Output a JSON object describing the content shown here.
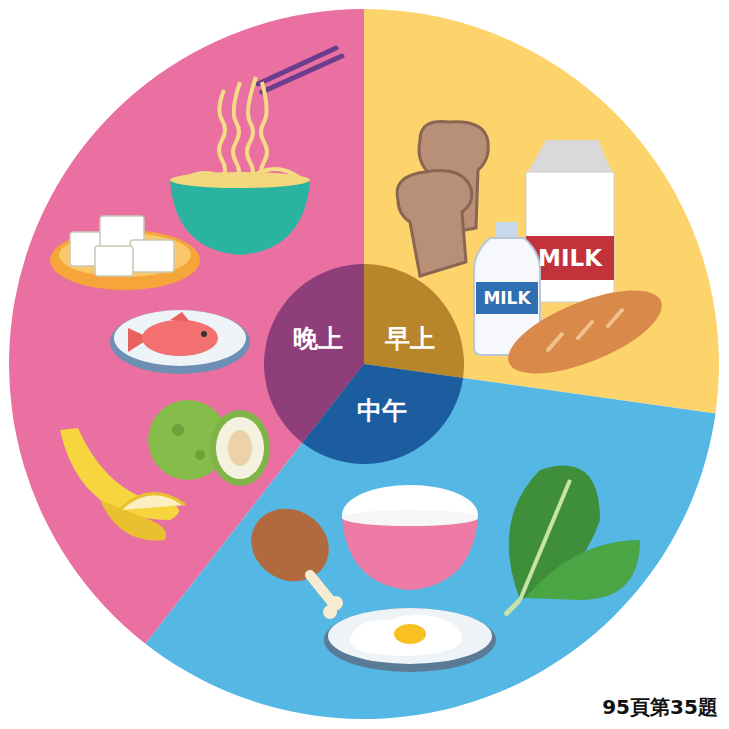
{
  "diagram": {
    "nodes": [
      {
        "text": [
          "晚上"
        ]
      },
      {
        "text": [
          "早上"
        ]
      },
      {
        "text": [
          "中午"
        ]
      }
    ],
    "labels": [
      "MILK",
      "MILK",
      "95頁第35題"
    ]
  }
}
